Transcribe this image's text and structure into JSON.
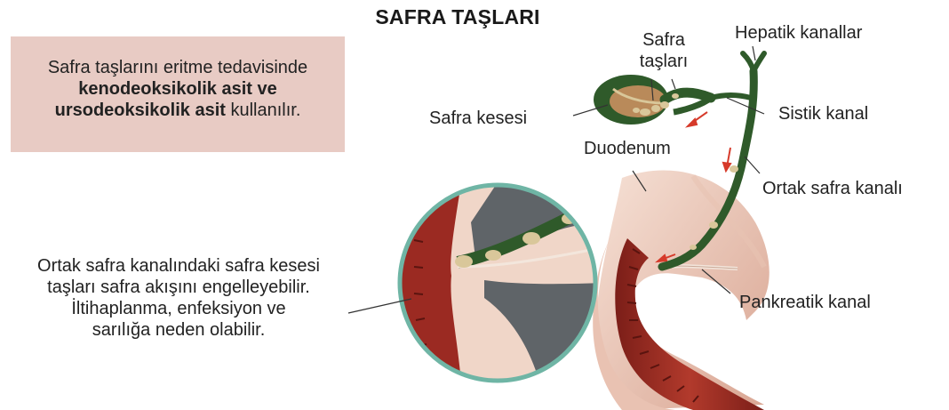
{
  "title": "SAFRA TAŞLARI",
  "info_box": {
    "line1": "Safra taşlarını eritme tedavisinde",
    "line2_bold": "kenodeoksikolik asit ve",
    "line3_bold": "ursodeoksikolik asit",
    "line3_rest": " kullanılır."
  },
  "labels": {
    "stones_line1": "Safra",
    "stones_line2": "taşları",
    "hepatic_ducts": "Hepatik kanallar",
    "gallbladder": "Safra kesesi",
    "cystic_duct": "Sistik kanal",
    "duodenum": "Duodenum",
    "common_bile_duct": "Ortak safra kanalı",
    "pancreatic_duct": "Pankreatik kanal",
    "caption_line1": "Ortak safra kanalındaki safra kesesi",
    "caption_line2": "taşları safra akışını engelleyebilir.",
    "caption_line3": "İltihaplanma, enfeksiyon ve",
    "caption_line4": "sarılığa neden olabilir."
  },
  "colors": {
    "bile_green": "#2f5a2a",
    "stone_tan": "#d9c79a",
    "intestine_red": "#9b2a22",
    "tissue_pink": "#f0d6c8",
    "lumen_gray": "#5f6468",
    "circle_border": "#6fb5a5",
    "info_box_bg": "#e8cbc4",
    "flow_arrow": "#d63a2a"
  }
}
